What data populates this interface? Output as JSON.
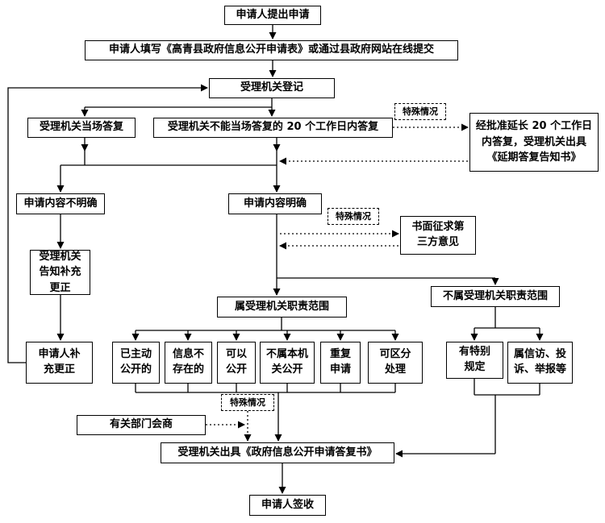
{
  "colors": {
    "line": "#000000",
    "box_border": "#000000",
    "box_background": "#ffffff",
    "text": "#000000"
  },
  "nodes": {
    "submit": {
      "label": "申请人提出申请"
    },
    "fill_form": {
      "label": "申请人填写《高青县政府信息公开申请表》或通过县政府网站在线提交"
    },
    "register": {
      "label": "受理机关登记"
    },
    "onsite_reply": {
      "label": "受理机关当场答复"
    },
    "reply_20days": {
      "label": "受理机关不能当场答复的 20 个工作日内答复"
    },
    "special_case_1": {
      "label": "特殊情况"
    },
    "extension": {
      "label": "经批准延长 20 个工作日\n内答复，受理机关出具\n《延期答复告知书》"
    },
    "unclear": {
      "label": "申请内容不明确"
    },
    "clear": {
      "label": "申请内容明确"
    },
    "special_case_2": {
      "label": "特殊情况"
    },
    "third_party": {
      "label": "书面征求第\n三方意见"
    },
    "notify_supplement": {
      "label": "受理机关\n告知补充\n更正"
    },
    "in_scope": {
      "label": "属受理机关职责范围"
    },
    "out_scope": {
      "label": "不属受理机关职责范围"
    },
    "applicant_supplement": {
      "label": "申请人补\n充更正"
    },
    "already_public": {
      "label": "已主动\n公开的"
    },
    "not_exist": {
      "label": "信息不\n存在的"
    },
    "can_public": {
      "label": "可以\n公开"
    },
    "not_this_org": {
      "label": "不属本机\n关公开"
    },
    "repeat_apply": {
      "label": "重复\n申请"
    },
    "distinguishable": {
      "label": "可区分\n处理"
    },
    "special_rules": {
      "label": "有特别\n规定"
    },
    "petition": {
      "label": "属信访、投\n诉、举报等"
    },
    "special_case_3": {
      "label": "特殊情况"
    },
    "dept_consult": {
      "label": "有关部门会商"
    },
    "reply_doc": {
      "label": "受理机关出具《政府信息公开申请答复书》"
    },
    "sign_receipt": {
      "label": "申请人签收"
    }
  }
}
